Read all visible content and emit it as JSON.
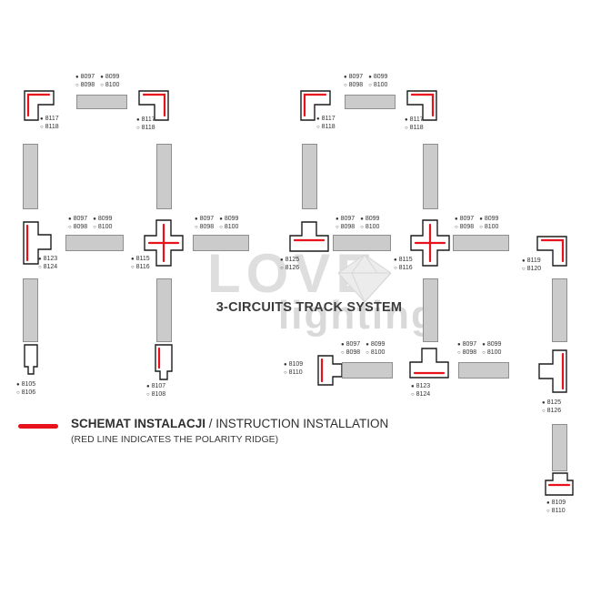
{
  "title": "3-CIRCUITS TRACK SYSTEM",
  "watermark": {
    "word1": "LOVE",
    "word2": "lighting"
  },
  "legend": {
    "heading_primary": "SCHEMAT INSTALACJI",
    "heading_secondary": " / INSTRUCTION INSTALLATION",
    "note": "(RED LINE INDICATES THE POLARITY RIDGE)"
  },
  "bullets": {
    "filled": "●",
    "open": "○"
  },
  "track_codes": {
    "code1": "8097",
    "code2": "8098",
    "code3": "8099",
    "code4": "8100"
  },
  "connectors": {
    "corner_left": {
      "a": "8117",
      "b": "8118"
    },
    "corner_right": {
      "a": "8119",
      "b": "8120"
    },
    "cross": {
      "a": "8115",
      "b": "8116"
    },
    "tee_a": {
      "a": "8123",
      "b": "8124"
    },
    "tee_b": {
      "a": "8125",
      "b": "8126"
    },
    "end_cap": {
      "a": "8105",
      "b": "8106"
    },
    "power_feed": {
      "a": "8107",
      "b": "8108"
    },
    "power_feed_b": {
      "a": "8109",
      "b": "8110"
    }
  },
  "colors": {
    "polarity_red": "#e8121c",
    "track_fill": "#cbcbcb",
    "track_border": "#8e8e8e",
    "text": "#333333"
  }
}
